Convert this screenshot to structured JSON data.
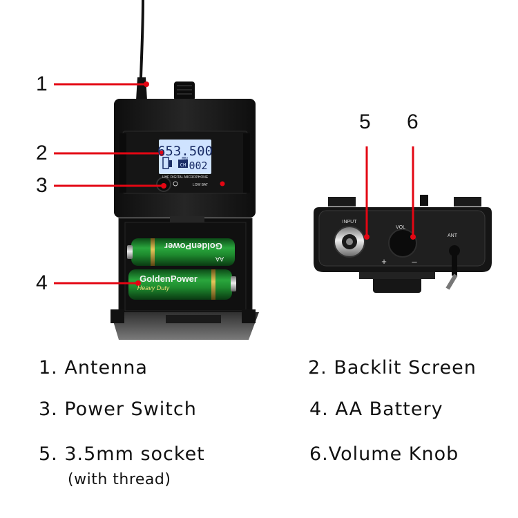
{
  "callouts": {
    "n1": "1",
    "n2": "2",
    "n3": "3",
    "n4": "4",
    "n5": "5",
    "n6": "6"
  },
  "device": {
    "lcd_freq": "653.500",
    "lcd_unit": "MHz",
    "lcd_ch_tag": "CH",
    "lcd_ch": "002",
    "brand_strip": "UHF DIGITAL MICROPHONE",
    "low_bat": "LOW BAT",
    "battery_brand_top": "GoldenPower",
    "battery_brand_bottom": "GoldenPower",
    "battery_tag": "Heavy Duty",
    "battery_aa": "AA",
    "panel_input": "INPUT",
    "panel_vol": "VOL",
    "panel_ant": "ANT",
    "panel_plus": "+",
    "panel_minus": "–"
  },
  "legend": {
    "item1": "1. Antenna",
    "item2": "2. Backlit Screen",
    "item3": "3. Power Switch",
    "item4": "4. AA Battery",
    "item5": "5. 3.5mm socket",
    "item5_sub": "(with thread)",
    "item6": "6.Volume Knob"
  },
  "colors": {
    "callout_line": "#e30613",
    "device_body": "#1c1c1c",
    "lcd_backlight": "#cfe3ff",
    "battery_green": "#1e8a2e"
  }
}
